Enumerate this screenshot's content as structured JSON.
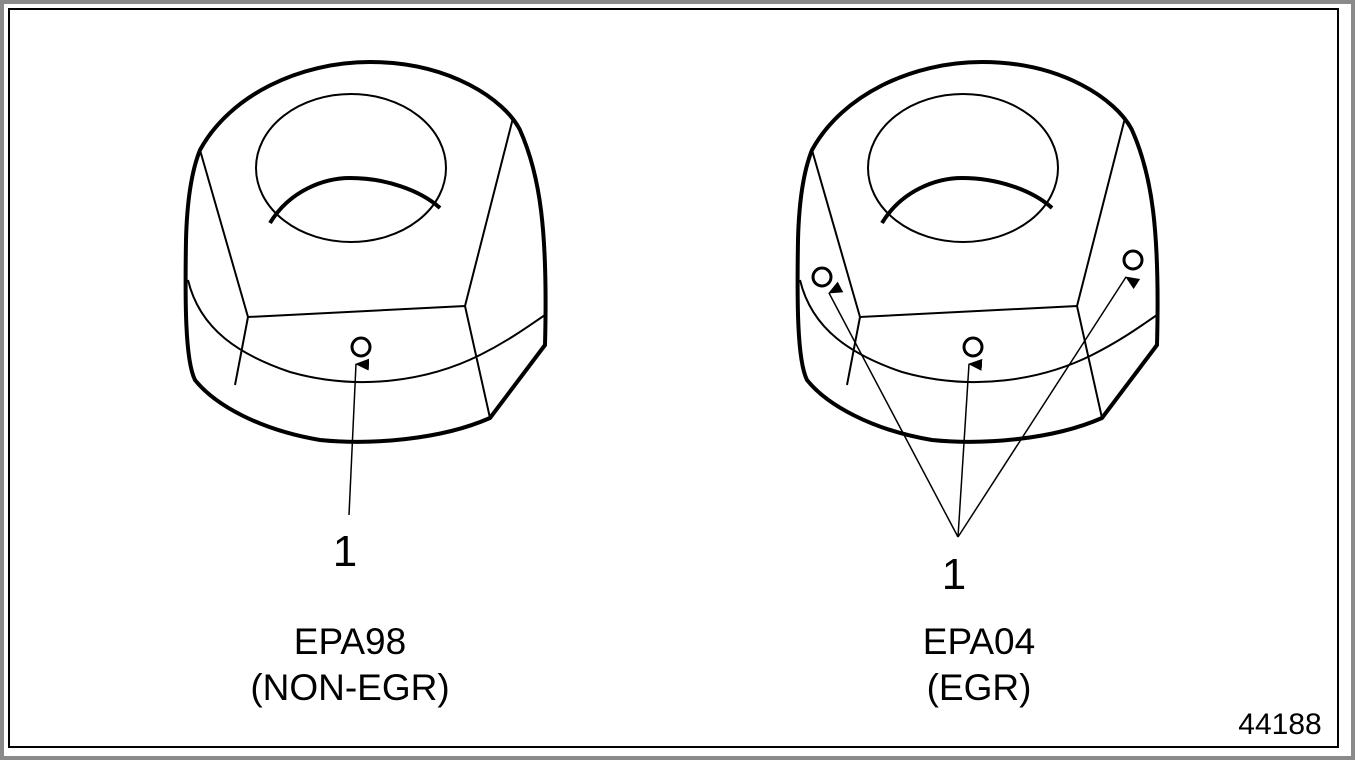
{
  "left_part": {
    "callout": "1",
    "model": "EPA98",
    "variant": "(NON-EGR)"
  },
  "right_part": {
    "callout": "1",
    "model": "EPA04",
    "variant": "(EGR)"
  },
  "figure_number": "44188"
}
